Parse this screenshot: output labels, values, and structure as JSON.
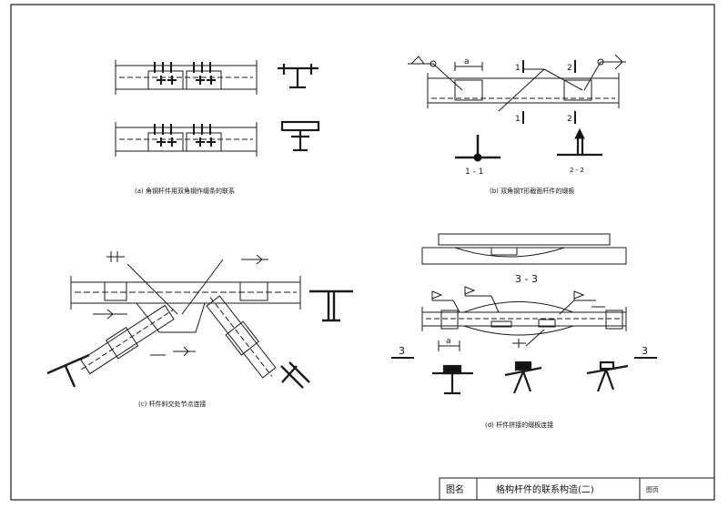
{
  "title_block": {
    "label": "图名",
    "drawing_name": "格构杆件的联系构造(二)",
    "field_right": "图页"
  },
  "captions": {
    "a": "(a) 角钢杆件用双角钢作缀条的联系",
    "b": "(b) 双角钢T形截面杆件的缀板",
    "c": "(c) 杆件斜交处节点连接",
    "d": "(d) 杆件拼接的缀板连接"
  },
  "labels": {
    "dim_a_top": "a",
    "sec_1_mark": "1",
    "sec_2_mark": "2",
    "sec_1_bottom": "1",
    "sec_2_bottom": "2",
    "sec_1_1": "1 - 1",
    "sec_2_2": "2 - 2",
    "sec_3_3": "3 - 3",
    "sec_3_left": "3",
    "sec_3_right": "3",
    "dim_a_bottom": "a"
  },
  "colors": {
    "line": "#1a1a1a",
    "fill": "#111111",
    "paper": "#ffffff"
  }
}
